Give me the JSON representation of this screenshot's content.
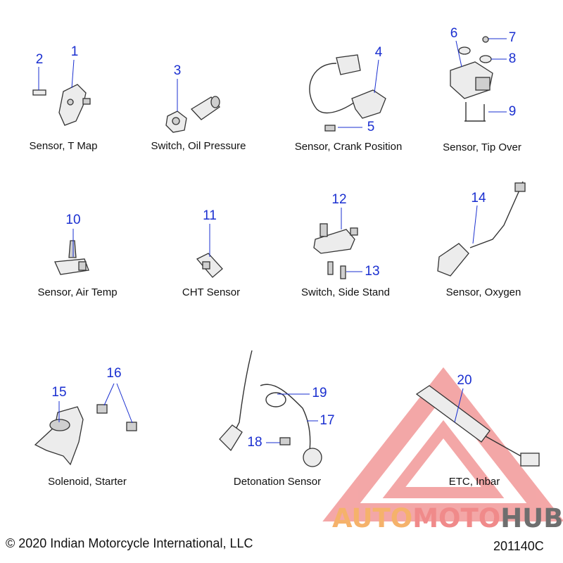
{
  "captions": {
    "t_map": "Sensor, T Map",
    "oil_pressure": "Switch, Oil Pressure",
    "crank_position": "Sensor, Crank Position",
    "tip_over": "Sensor, Tip Over",
    "air_temp": "Sensor, Air Temp",
    "cht": "CHT Sensor",
    "side_stand": "Switch, Side Stand",
    "oxygen": "Sensor, Oxygen",
    "starter": "Solenoid, Starter",
    "detonation": "Detonation Sensor",
    "etc": "ETC, Inbar"
  },
  "callouts": {
    "n1": "1",
    "n2": "2",
    "n3": "3",
    "n4": "4",
    "n5": "5",
    "n6": "6",
    "n7": "7",
    "n8": "8",
    "n9": "9",
    "n10": "10",
    "n11": "11",
    "n12": "12",
    "n13": "13",
    "n14": "14",
    "n15": "15",
    "n16": "16",
    "n17": "17",
    "n18": "18",
    "n19": "19",
    "n20": "20"
  },
  "copyright": "© 2020 Indian Motorcycle International, LLC",
  "diagram_code": "201140C",
  "watermark": {
    "part1": "AUTO",
    "part2": "MOTO",
    "part3": "HUB",
    "colors": {
      "auto": "#f5b26b",
      "moto": "#f08a8a",
      "hub": "#6e6e6e",
      "triangle": "#f08a8a"
    }
  },
  "colors": {
    "callout": "#1a2fd0",
    "text": "#111111"
  }
}
